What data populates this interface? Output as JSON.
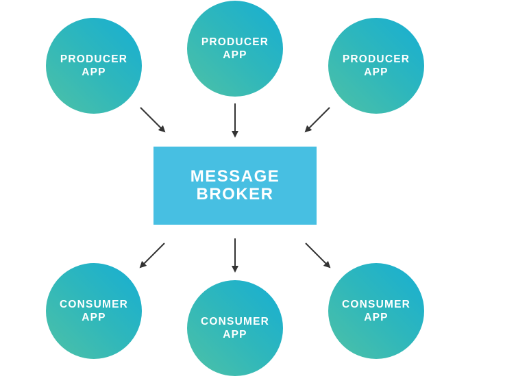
{
  "producers": [
    {
      "line1": "PRODUCER",
      "line2": "APP"
    },
    {
      "line1": "PRODUCER",
      "line2": "APP"
    },
    {
      "line1": "PRODUCER",
      "line2": "APP"
    }
  ],
  "broker": {
    "line1": "MESSAGE",
    "line2": "BROKER"
  },
  "consumers": [
    {
      "line1": "CONSUMER",
      "line2": "APP"
    },
    {
      "line1": "CONSUMER",
      "line2": "APP"
    },
    {
      "line1": "CONSUMER",
      "line2": "APP"
    }
  ],
  "colors": {
    "node_gradient_start": "#4ec1a6",
    "node_gradient_end": "#17aed3",
    "broker_fill": "#47bfe2",
    "arrow": "#333333",
    "text": "#ffffff"
  }
}
